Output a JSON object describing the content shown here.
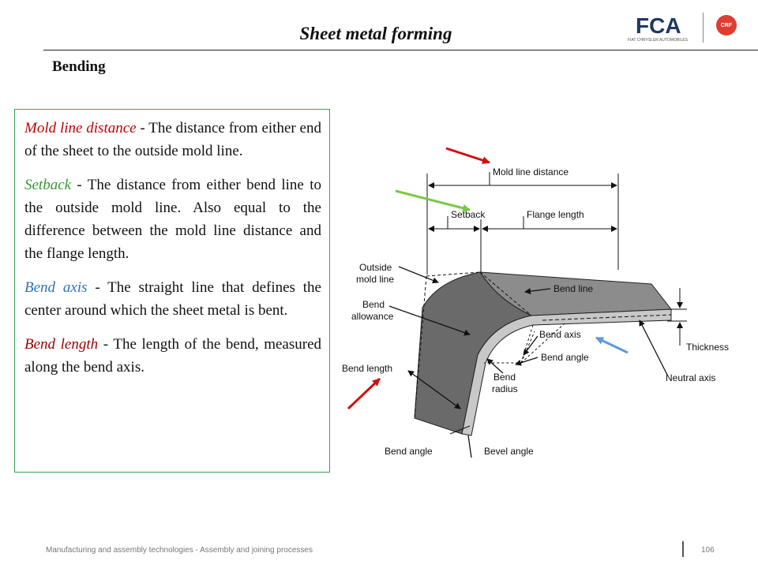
{
  "header": {
    "title": "Sheet metal forming",
    "subtitle": "Bending",
    "logo_text": "FCA",
    "logo_subtext": "FIAT CHRYSLER AUTOMOBILES",
    "badge_text": "CRF"
  },
  "definitions": [
    {
      "term": "Mold line distance",
      "text": " - The distance from either end of the sheet to the outside mold line."
    },
    {
      "term": "Setback",
      "text": " - The distance from either bend line to the outside mold line. Also equal to the difference between the mold line distance and the flange length."
    },
    {
      "term": "Bend axis",
      "text": " - The straight line that defines the center around which the sheet metal is bent."
    },
    {
      "term": "Bend length",
      "text": " - The length of the bend, measured along the bend axis."
    }
  ],
  "diagram": {
    "labels": {
      "mold_line_distance": "Mold line distance",
      "setback": "Setback",
      "flange_length": "Flange length",
      "outside_mold_line_1": "Outside",
      "outside_mold_line_2": "mold line",
      "bend_line": "Bend line",
      "bend_allowance_1": "Bend",
      "bend_allowance_2": "allowance",
      "bend_axis": "Bend axis",
      "bend_angle_right": "Bend angle",
      "thickness": "Thickness",
      "bend_length": "Bend length",
      "bend_radius_1": "Bend",
      "bend_radius_2": "radius",
      "neutral_axis": "Neutral axis",
      "bend_angle_bottom": "Bend angle",
      "bevel_angle": "Bevel angle"
    },
    "colors": {
      "arrow_red": "#d01010",
      "arrow_green": "#7ac943",
      "arrow_blue": "#5b9bd5",
      "sheet_top": "#8c8c8c",
      "sheet_face": "#6a6a6a",
      "sheet_edge": "#c8c8c8"
    }
  },
  "footer": {
    "text": "Manufacturing and assembly technologies - Assembly and joining processes",
    "page": "106"
  }
}
